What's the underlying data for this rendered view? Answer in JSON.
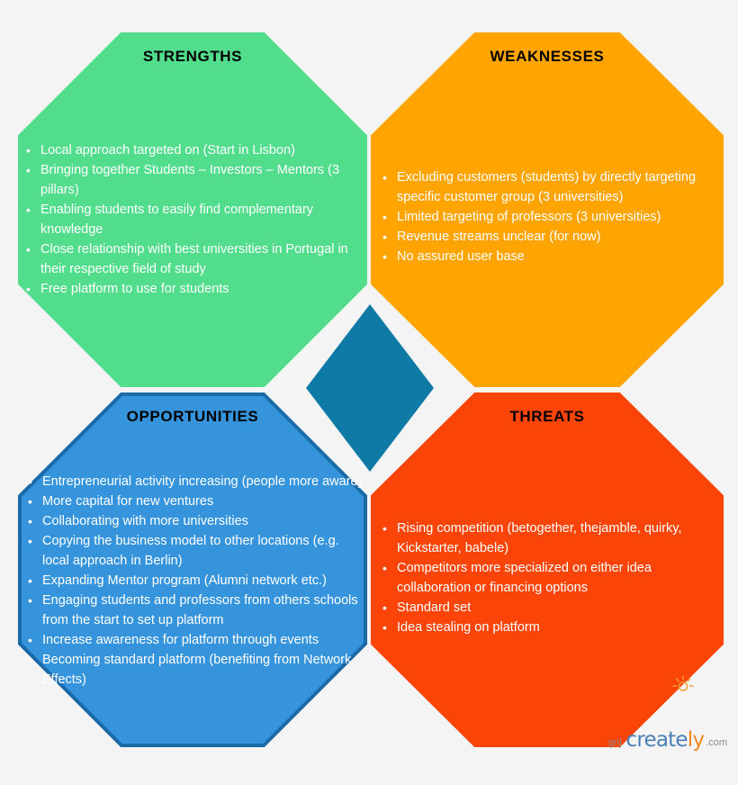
{
  "diagram": {
    "type": "swot-analysis",
    "background_color": "#f4f4f4",
    "center_shape": {
      "name": "center-diamond",
      "color": "#0f7aa5",
      "label": ""
    }
  },
  "quadrants": {
    "strengths": {
      "title": "STRENGTHS",
      "fill_color": "#52dd8c",
      "border_color": "#52dd8c",
      "title_color": "#000000",
      "text_color": "#ffffff",
      "items": [
        "Local approach targeted on (Start in Lisbon)",
        "Bringing together Students – Investors – Mentors (3 pillars)",
        "Enabling students to easily find complementary knowledge",
        "Close relationship with best universities in Portugal in their respective field of study",
        "Free platform to use for students"
      ]
    },
    "weaknesses": {
      "title": "WEAKNESSES",
      "fill_color": "#ffa400",
      "border_color": "#ffa400",
      "title_color": "#000000",
      "text_color": "#ffffff",
      "items": [
        "Excluding customers (students) by directly targeting specific customer group (3 universities)",
        "Limited targeting of professors (3 universities)",
        "Revenue streams unclear (for now)",
        "No assured user base"
      ]
    },
    "opportunities": {
      "title": "OPPORTUNITIES",
      "fill_color": "#3594db",
      "border_color": "#1b6aa8",
      "title_color": "#000000",
      "text_color": "#ffffff",
      "items": [
        "Entrepreneurial activity increasing (people more aware)",
        "More capital for new ventures",
        "Collaborating with more universities",
        "Copying the business model to other locations (e.g. local approach in Berlin)",
        "Expanding Mentor program (Alumni network etc.)",
        "Engaging students and professors from others schools from the start to set up platform",
        "Increase awareness for platform through events",
        "Becoming standard platform (benefiting from Network Effects)"
      ]
    },
    "threats": {
      "title": "THREATS",
      "fill_color": "#fa4408",
      "border_color": "#fa4408",
      "title_color": "#000000",
      "text_color": "#ffffff",
      "items": [
        "Rising competition (betogether, thejamble, quirky, Kickstarter, babele)",
        "Competitors more specialized on either idea collaboration or financing options",
        "Standard set",
        "Idea stealing on platform"
      ]
    }
  },
  "watermark": {
    "prefix": "gn]",
    "brand_first": "create",
    "brand_last": "ly",
    "tld": ".com",
    "brand_color": "#4a7fb5",
    "accent_color": "#f08a25"
  }
}
